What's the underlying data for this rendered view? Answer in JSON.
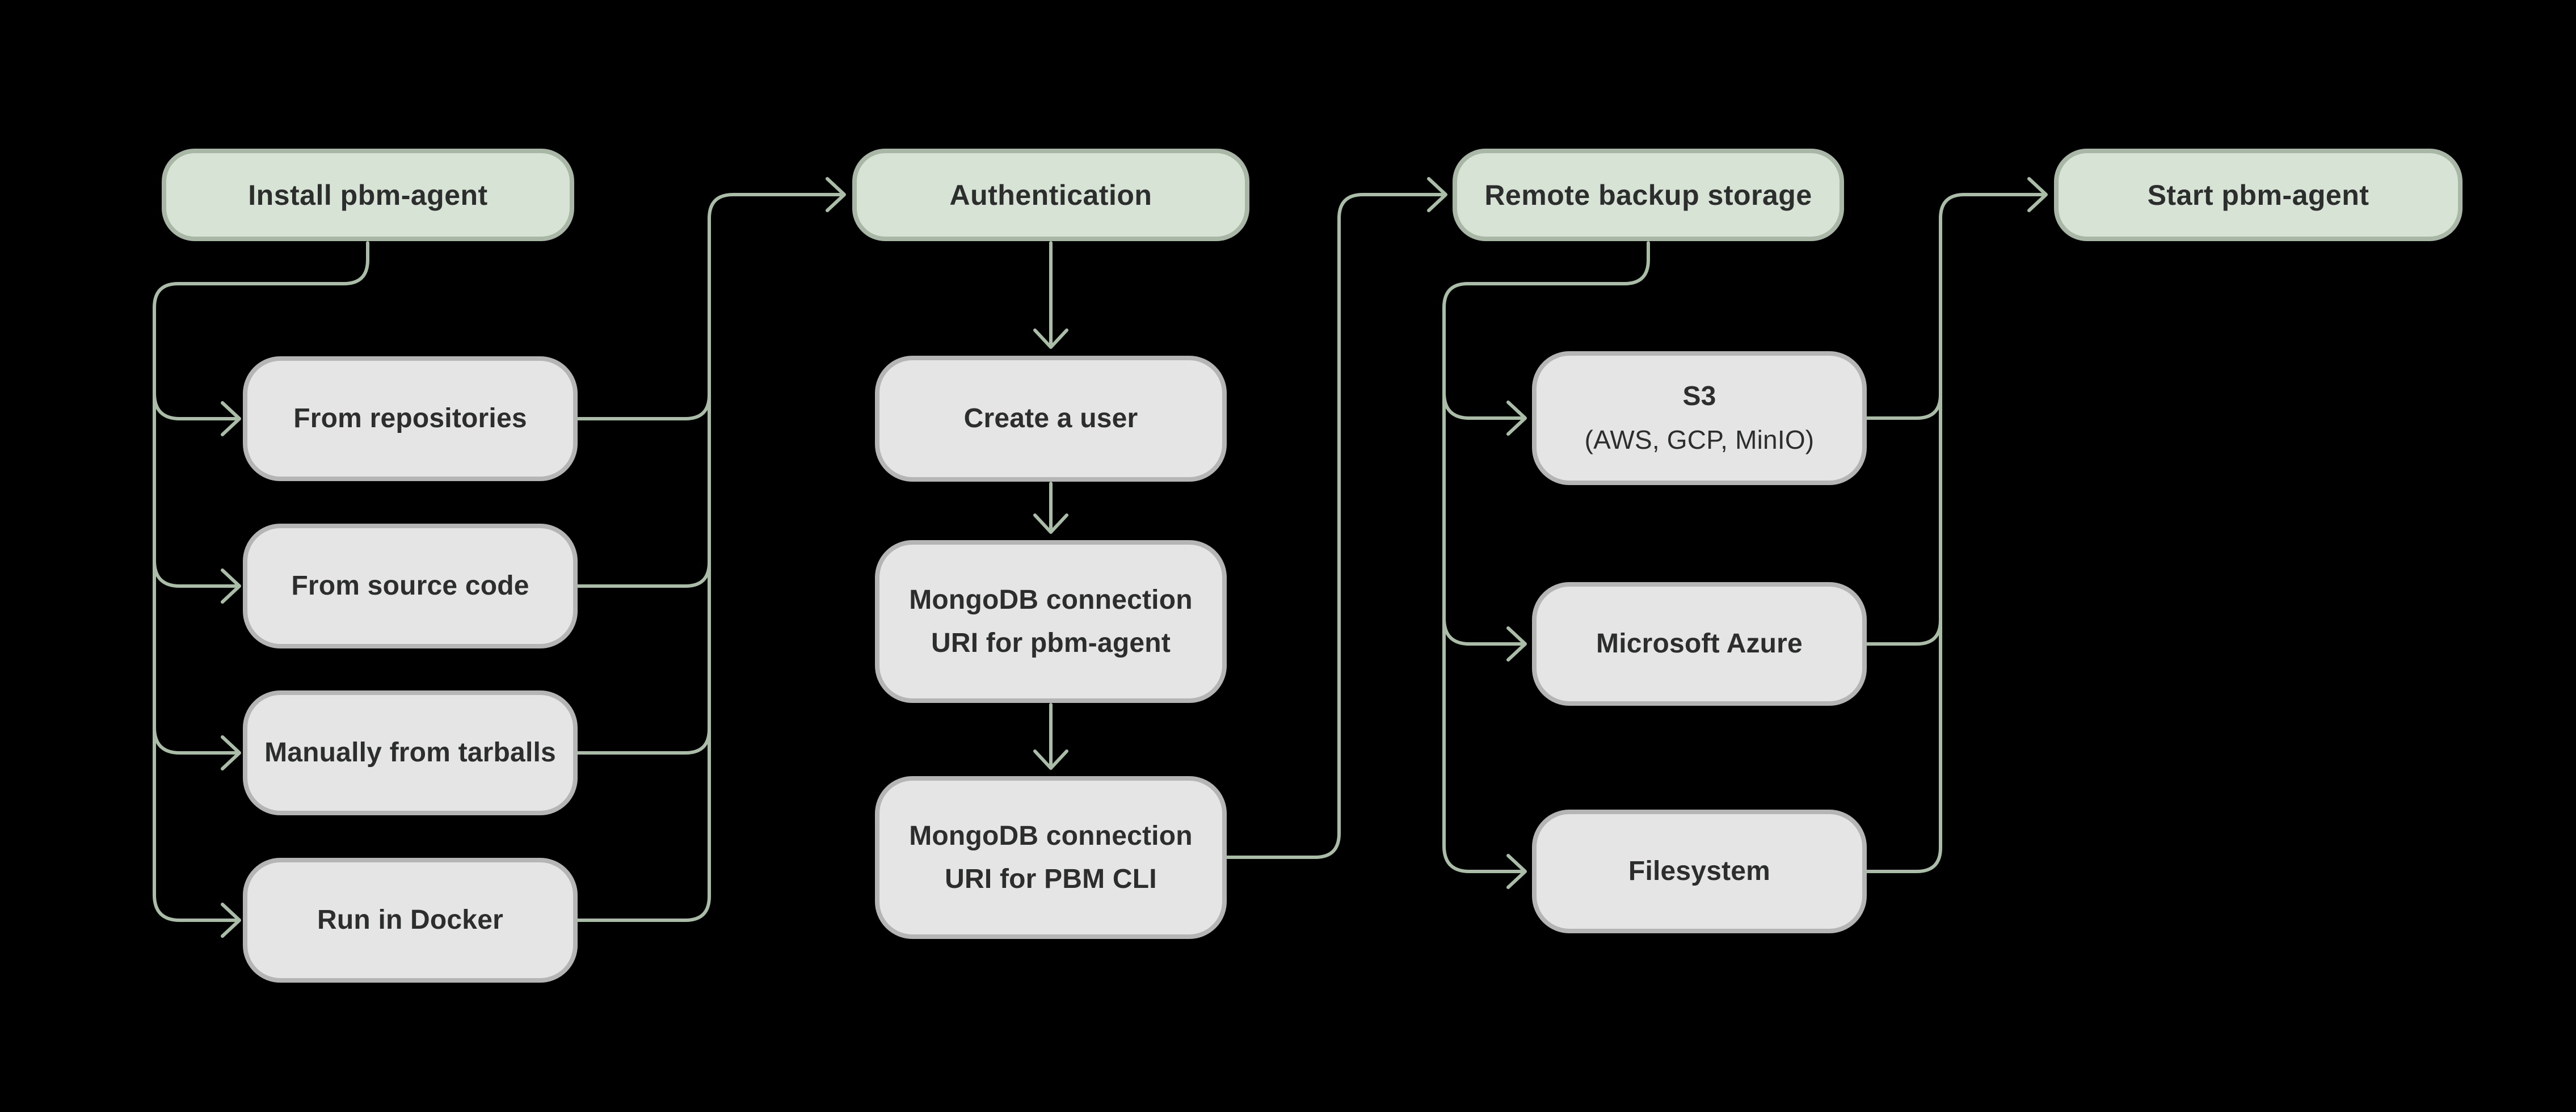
{
  "colors": {
    "bg": "#000000",
    "green_fill": "#d7e3d4",
    "green_border": "#a9b7a7",
    "gray_fill": "#e5e5e5",
    "gray_border": "#b4b5b4",
    "connector": "#a9bda7",
    "text": "#2c2e2d"
  },
  "nodes": {
    "install": {
      "label": "Install pbm-agent"
    },
    "repositories": {
      "label": "From repositories"
    },
    "source_code": {
      "label": "From source code"
    },
    "tarballs": {
      "label": "Manually from tarballs"
    },
    "docker": {
      "label": "Run in Docker"
    },
    "authentication": {
      "label": "Authentication"
    },
    "create_user": {
      "label": "Create a user"
    },
    "uri_agent": {
      "line1": "MongoDB connection",
      "line2": "URI for pbm-agent"
    },
    "uri_cli": {
      "line1": "MongoDB connection",
      "line2": "URI for PBM CLI"
    },
    "remote_storage": {
      "label": "Remote backup storage"
    },
    "s3": {
      "line1": "S3",
      "line2": "(AWS, GCP, MinIO)"
    },
    "azure": {
      "label": "Microsoft Azure"
    },
    "filesystem": {
      "label": "Filesystem"
    },
    "start_agent": {
      "label": "Start pbm-agent"
    }
  }
}
